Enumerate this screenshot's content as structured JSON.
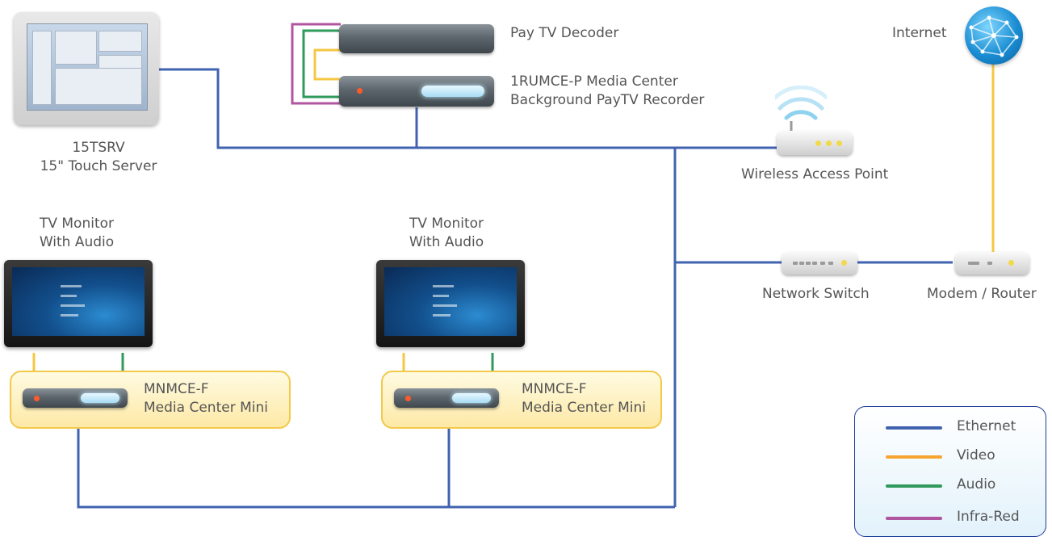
{
  "colors": {
    "ethernet": "#4063b0",
    "video": "#f6c744",
    "audio": "#2f9a5b",
    "infrared": "#b055a0"
  },
  "devices": {
    "touch_server": {
      "model": "15TSRV",
      "name": "15\" Touch Server",
      "icon": "touch-panel-icon"
    },
    "pay_tv_decoder": {
      "name": "Pay TV Decoder",
      "icon": "decoder-box-icon"
    },
    "media_center": {
      "model": "1RUMCE-P Media Center",
      "name": "Background PayTV Recorder",
      "icon": "media-center-icon"
    },
    "wap": {
      "name": "Wireless Access Point",
      "icon": "wireless-router-icon"
    },
    "internet": {
      "name": "Internet",
      "icon": "globe-icon"
    },
    "switch": {
      "name": "Network Switch",
      "icon": "network-switch-icon"
    },
    "modem": {
      "name": "Modem / Router",
      "icon": "modem-icon"
    },
    "tv_left": {
      "line1": "TV Monitor",
      "line2": "With Audio",
      "icon": "tv-monitor-icon"
    },
    "tv_right": {
      "line1": "TV Monitor",
      "line2": "With Audio",
      "icon": "tv-monitor-icon"
    },
    "mini_left": {
      "model": "MNMCE-F",
      "name": "Media Center Mini",
      "icon": "media-center-mini-icon"
    },
    "mini_right": {
      "model": "MNMCE-F",
      "name": "Media Center Mini",
      "icon": "media-center-mini-icon"
    }
  },
  "legend": [
    {
      "label": "Ethernet",
      "color": "#4063b0"
    },
    {
      "label": "Video",
      "color": "#f6a531"
    },
    {
      "label": "Audio",
      "color": "#2f9a5b"
    },
    {
      "label": "Infra-Red",
      "color": "#b055a0"
    }
  ]
}
